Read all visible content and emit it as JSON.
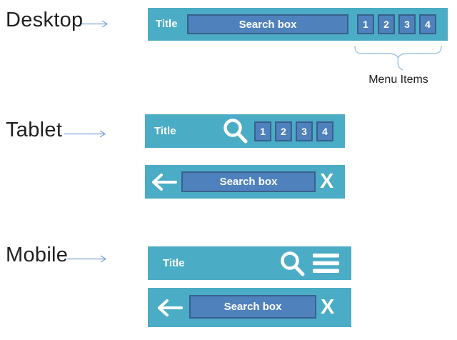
{
  "colors": {
    "bar_teal": "#4BACC6",
    "widget_blue": "#4F81BD",
    "widget_border": "#38608C",
    "brace_blue": "#9DC3E6",
    "pointer_arrow_blue": "#7DA7D9",
    "label_text": "#1F1F1F",
    "bar_text": "#FFFFFF"
  },
  "icons": {
    "search": "magnifier",
    "menu": "hamburger",
    "back": "left-arrow"
  },
  "sections": {
    "desktop": {
      "label": "Desktop",
      "bar": {
        "title": "Title",
        "search_box": "Search box",
        "menu_items": [
          "1",
          "2",
          "3",
          "4"
        ]
      },
      "annotation": "Menu Items"
    },
    "tablet": {
      "label": "Tablet",
      "nav_bar": {
        "title": "Title",
        "menu_items": [
          "1",
          "2",
          "3",
          "4"
        ]
      },
      "search_bar": {
        "search_box": "Search box",
        "close_glyph": "X"
      }
    },
    "mobile": {
      "label": "Mobile",
      "nav_bar": {
        "title": "Title"
      },
      "search_bar": {
        "search_box": "Search box",
        "close_glyph": "X"
      }
    }
  }
}
